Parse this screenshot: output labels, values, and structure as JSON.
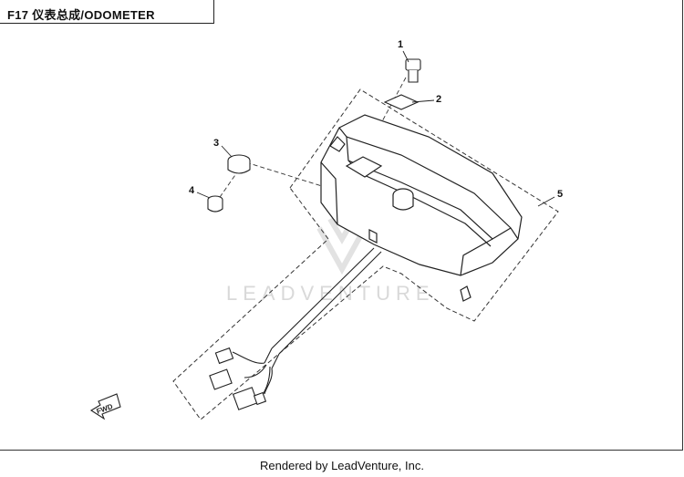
{
  "title": {
    "code": "F17",
    "chinese": "仪表总成",
    "english": "ODOMETER",
    "full": "F17 仪表总成/ODOMETER"
  },
  "callouts": [
    "1",
    "2",
    "3",
    "4",
    "5"
  ],
  "watermark": "LEADVENTURE",
  "fwd_arrow_label": "FWD",
  "footer": "Rendered by LeadVenture, Inc."
}
